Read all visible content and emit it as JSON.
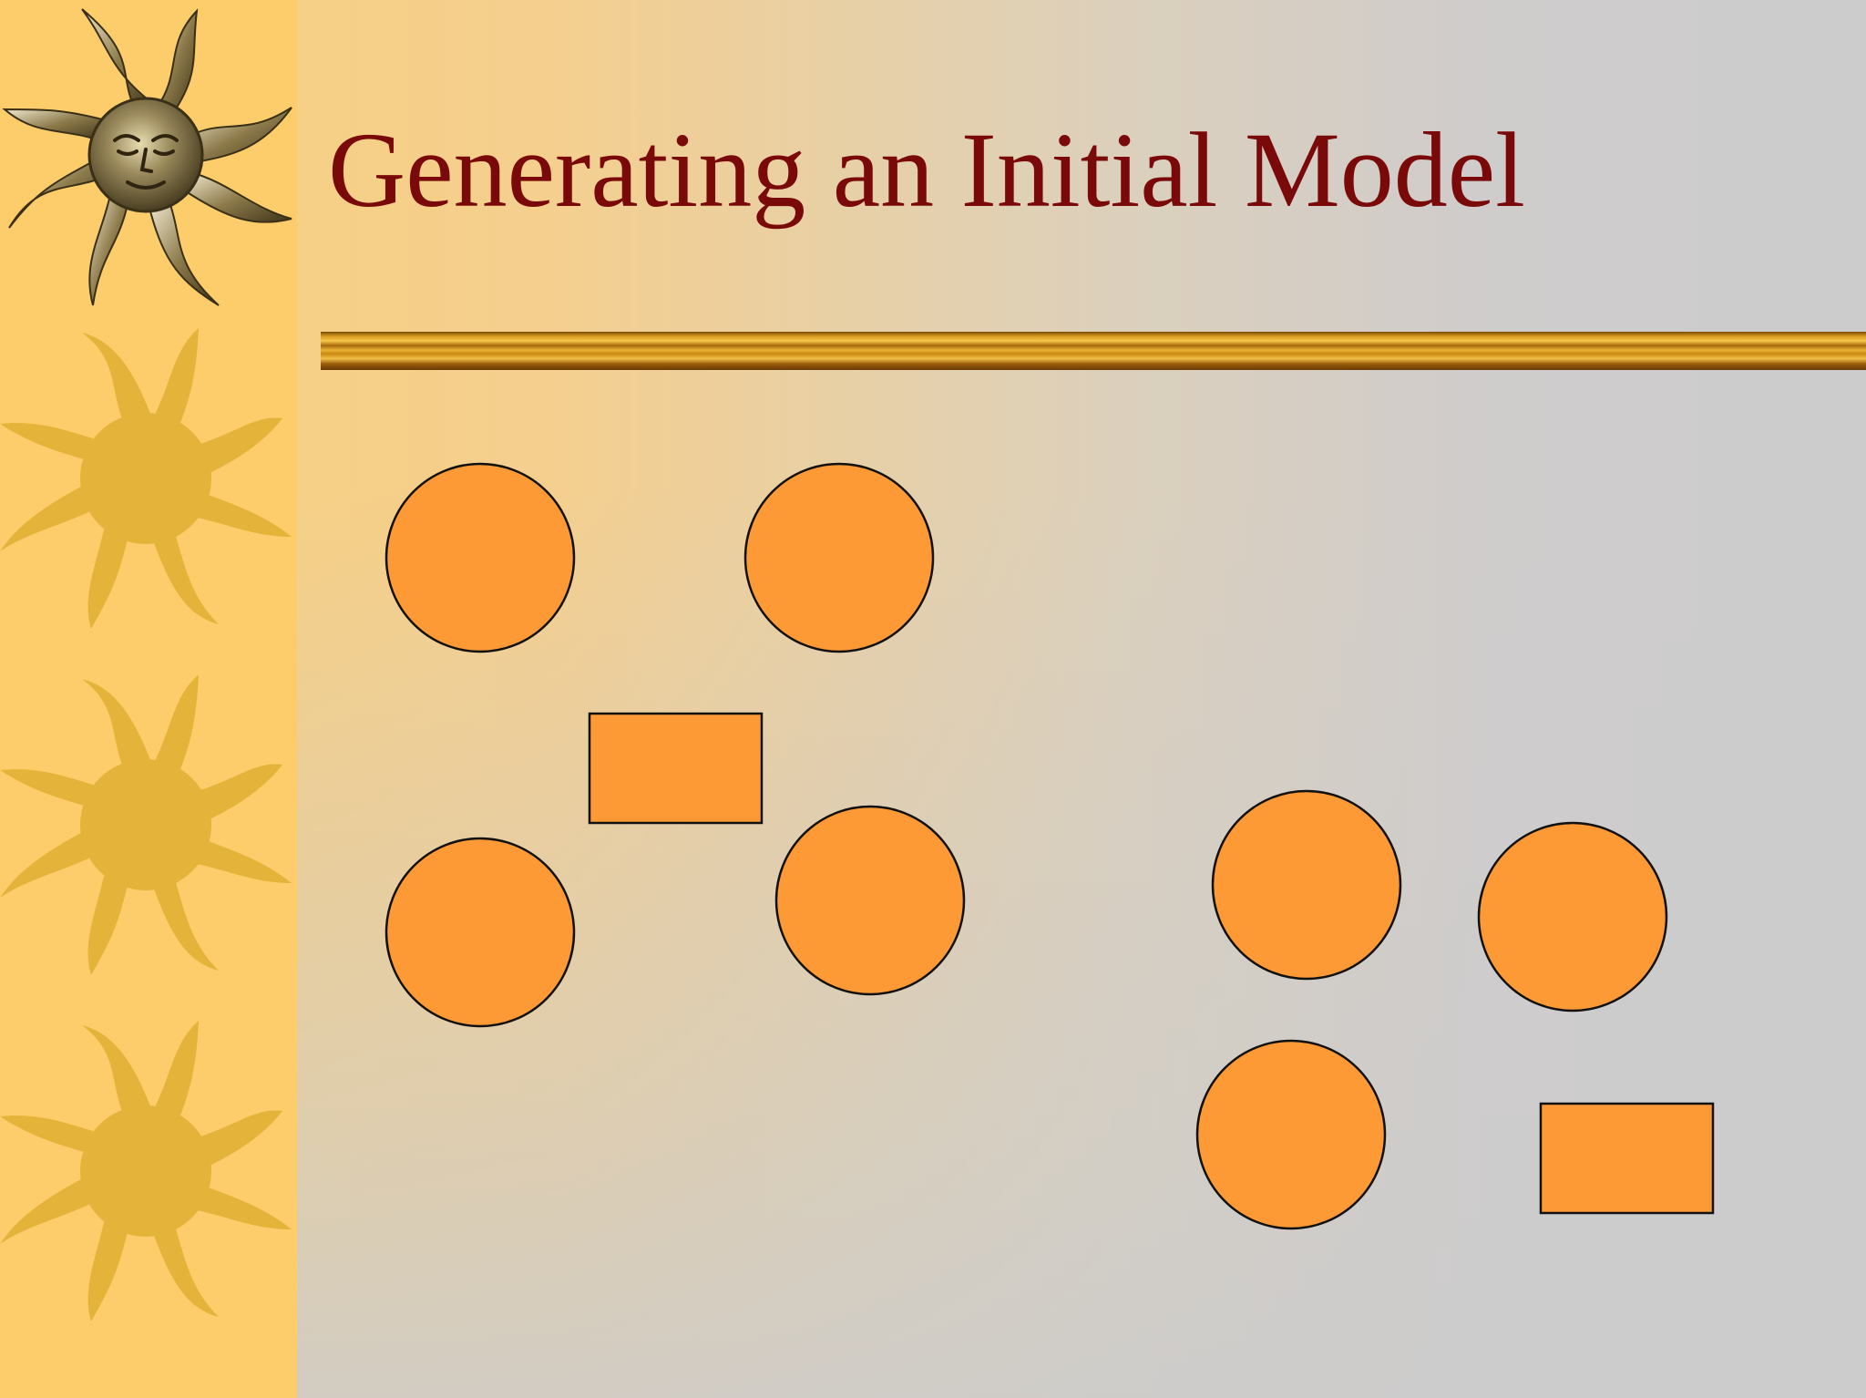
{
  "slide": {
    "title": "Generating an Initial Model"
  },
  "colors": {
    "title": "#7a0a0a",
    "shape_fill": "#fe9a36",
    "shape_stroke": "#111111",
    "sidebar": "#fecd6b",
    "sun_flat": "#e4b43a"
  },
  "icons": {
    "sidebar_top": "sun-face-icon",
    "sidebar_decor": "sun-icon"
  },
  "diagram": {
    "circles": 7,
    "rectangles": 2
  }
}
